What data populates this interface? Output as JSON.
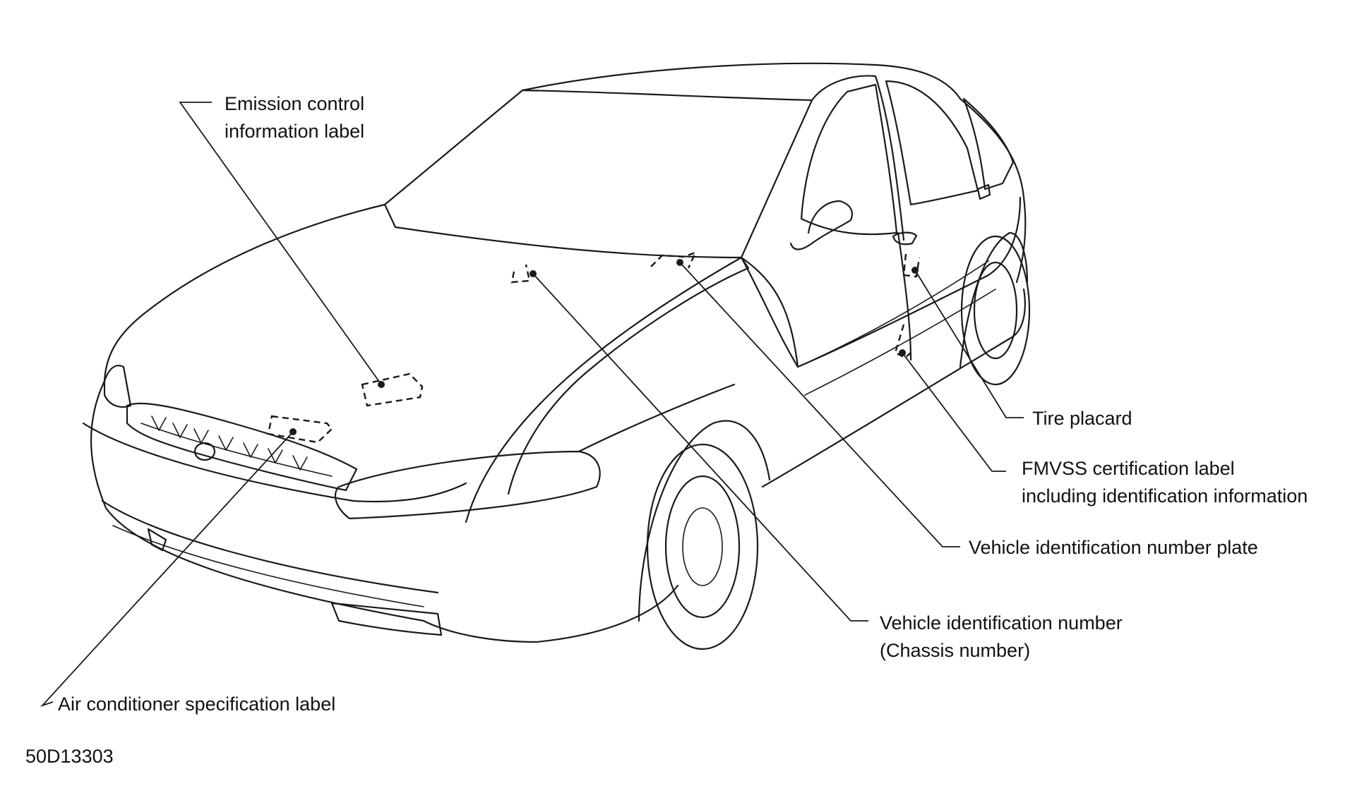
{
  "labels": {
    "emission_line1": "Emission control",
    "emission_line2": "information label",
    "tire_placard": "Tire placard",
    "fmvss_line1": "FMVSS certification label",
    "fmvss_line2": "including identification information",
    "vin_plate": "Vehicle identification number plate",
    "vin_line1": "Vehicle identification number",
    "vin_line2": "(Chassis number)",
    "air_conditioner": "Air conditioner specification label"
  },
  "figure_code": "50D13303"
}
